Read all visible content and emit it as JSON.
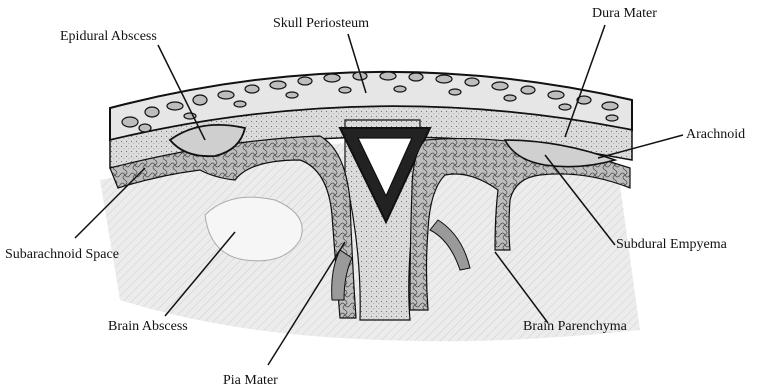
{
  "labels": {
    "epidural_abscess": "Epidural Abscess",
    "skull_periosteum": "Skull Periosteum",
    "dura_mater": "Dura Mater",
    "arachnoid": "Arachnoid",
    "subarachnoid_space": "Subarachnoid Space",
    "subdural_empyema": "Subdural Empyema",
    "brain_abscess": "Brain Abscess",
    "brain_parenchyma": "Brain Parenchyma",
    "pia_mater": "Pia Mater"
  },
  "colors": {
    "ink": "#111111",
    "bone_fill": "#e8e8e8",
    "dura_fill": "#d9d9d9",
    "sinus_fill": "#222222",
    "brain_fill": "#ececec",
    "pia_fill": "#9a9a9a",
    "abscess_fill": "#f6f6f6"
  }
}
